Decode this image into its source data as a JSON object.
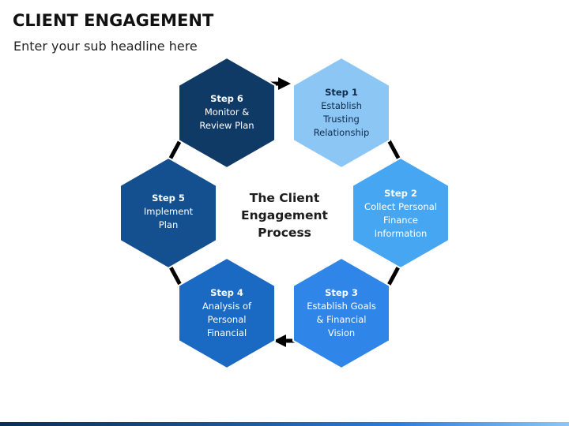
{
  "header": {
    "title": "CLIENT ENGAGEMENT",
    "subtitle": "Enter your sub headline here"
  },
  "center": {
    "title": "The Client\nEngagement\nProcess"
  },
  "steps": [
    {
      "label": "Step 1",
      "text": "Establish\nTrusting\nRelationship",
      "color": "#8cc6f5"
    },
    {
      "label": "Step 2",
      "text": "Collect Personal\nFinance\nInformation",
      "color": "#47a6f2"
    },
    {
      "label": "Step 3",
      "text": "Establish Goals\n& Financial\nVision",
      "color": "#2f86e8"
    },
    {
      "label": "Step 4",
      "text": "Analysis of\nPersonal\nFinancial",
      "color": "#1a6ac4"
    },
    {
      "label": "Step 5",
      "text": "Implement\nPlan",
      "color": "#14508f"
    },
    {
      "label": "Step 6",
      "text": "Monitor &\nReview Plan",
      "color": "#0f3a66"
    }
  ],
  "colors": {
    "connector": "#000000",
    "footer_dark": "#0b2e57",
    "footer_light": "#8cc6f5"
  }
}
